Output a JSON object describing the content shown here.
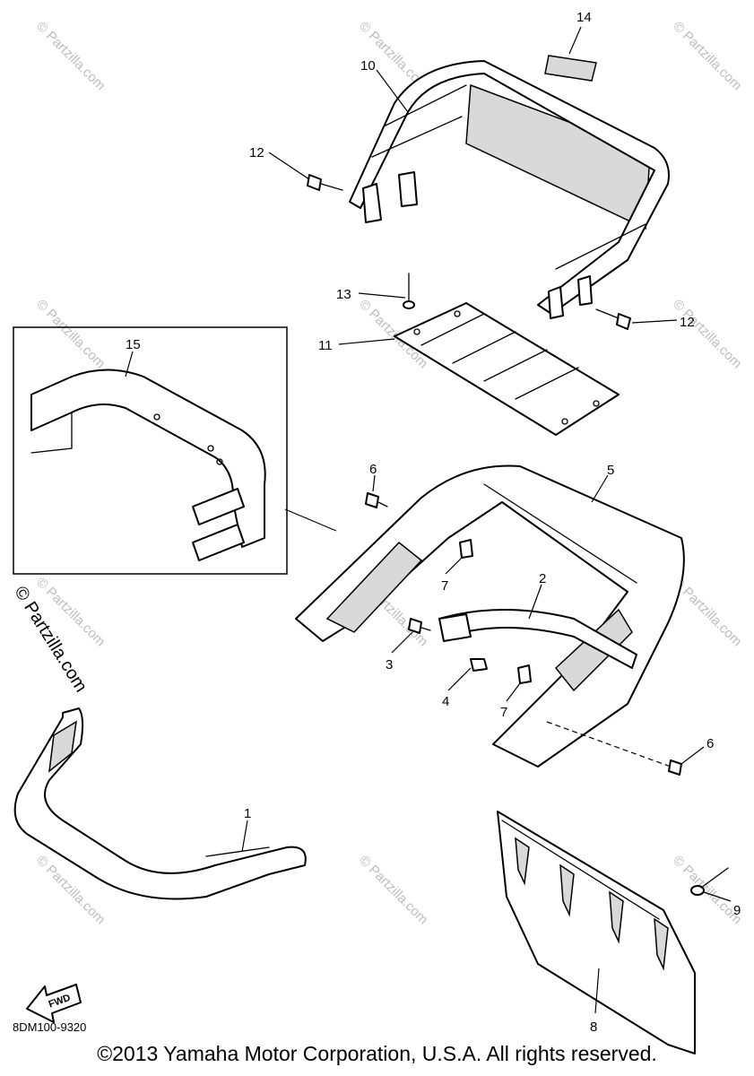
{
  "watermark": "© Partzilla.com",
  "side_watermark": "© Partzilla.com",
  "diagram_code": "8DM100-9320",
  "copyright": "©2013  Yamaha Motor Corporation, U.S.A. All rights reserved.",
  "fwd_label": "FWD",
  "callouts": [
    "14",
    "10",
    "12",
    "13",
    "11",
    "12",
    "15",
    "6",
    "5",
    "2",
    "7",
    "3",
    "4",
    "7",
    "6",
    "1",
    "9",
    "8"
  ]
}
